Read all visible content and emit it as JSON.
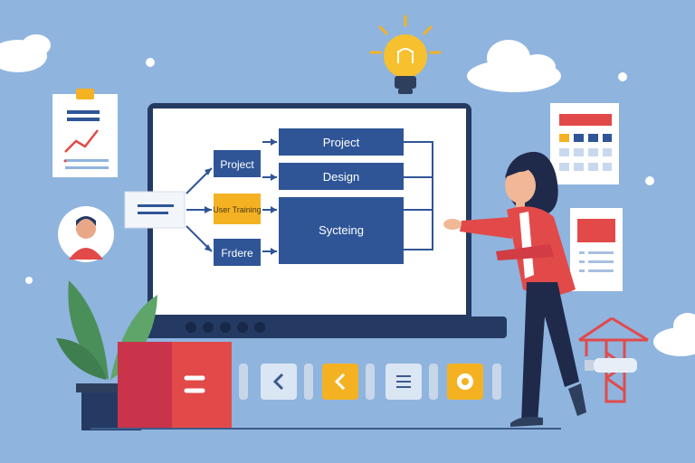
{
  "flowchart": {
    "left_nodes": [
      "Project",
      "User Training",
      "Frdere"
    ],
    "right_nodes": [
      "Project",
      "Design",
      "Sycteing"
    ]
  },
  "colors": {
    "background": "#8fb4de",
    "primary_blue": "#2f5597",
    "accent_yellow": "#f4b223",
    "accent_red": "#e24a4a",
    "laptop_frame": "#243a63"
  },
  "toolbar": {
    "buttons": [
      {
        "icon": "chevron-left-icon"
      },
      {
        "icon": "chevron-left-icon",
        "active": true
      },
      {
        "icon": "menu-icon"
      },
      {
        "icon": "record-icon",
        "active": true
      }
    ]
  },
  "icons": [
    "lightbulb-icon",
    "cloud-icon",
    "clipboard-chart-icon",
    "avatar",
    "calendar-icon",
    "document-icon",
    "plant-icon",
    "crane-icon"
  ]
}
